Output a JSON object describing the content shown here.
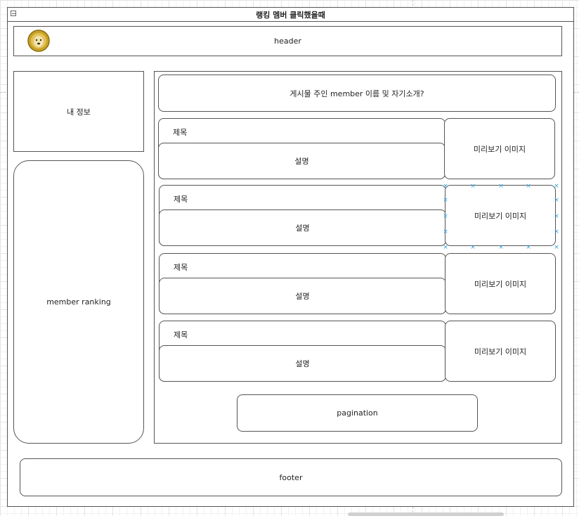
{
  "container": {
    "title": "랭킹 멤버 클릭했을때"
  },
  "header": {
    "label": "header",
    "logo_icon": "doge-coin-icon"
  },
  "sidebar": {
    "my_info": "내 정보",
    "ranking": "member ranking"
  },
  "main": {
    "intro": "게시물 주인 member 이름 및 자기소개?",
    "posts": [
      {
        "title": "제목",
        "description": "설명",
        "preview": "미리보기 이미지"
      },
      {
        "title": "제목",
        "description": "설명",
        "preview": "미리보기 이미지"
      },
      {
        "title": "제목",
        "description": "설명",
        "preview": "미리보기 이미지"
      },
      {
        "title": "제목",
        "description": "설명",
        "preview": "미리보기 이미지"
      }
    ],
    "pagination": "pagination"
  },
  "footer": {
    "label": "footer"
  },
  "colors": {
    "border": "#555555",
    "selection": "#29a3e0",
    "grid": "#e4e4e4"
  }
}
